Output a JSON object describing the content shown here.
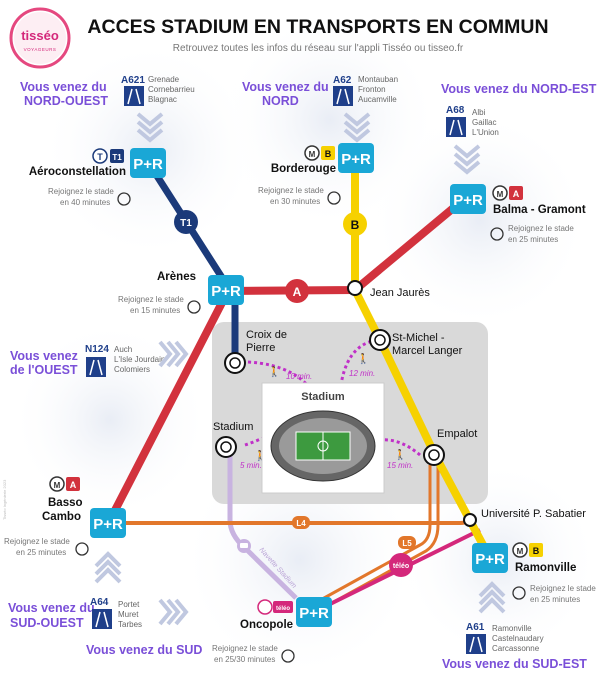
{
  "header": {
    "title": "ACCES STADIUM EN TRANSPORTS EN COMMUN",
    "subtitle": "Retrouvez toutes les infos du réseau sur l'appli Tisséo ou tisseo.fr",
    "logo_text": "tisséo",
    "logo_sub": "VOYAGEURS"
  },
  "colors": {
    "tram_t1": "#1b3a7a",
    "metro_a": "#d2323d",
    "metro_b": "#f6d100",
    "linebus_l4": "#e2772b",
    "linebus_l5": "#e2772b",
    "teleo": "#d4287b",
    "navette": "#c8b3e0",
    "pr": "#1aa7d6",
    "walk": "#c030c8",
    "direction": "#7a4fd8"
  },
  "directions": {
    "nord_ouest": {
      "line1": "Vous venez du",
      "line2": "NORD-OUEST",
      "road": "A621",
      "towns": [
        "Grenade",
        "Cornebarrieu",
        "Blagnac"
      ]
    },
    "nord": {
      "line1": "Vous venez du",
      "line2": "NORD",
      "road": "A62",
      "towns": [
        "Montauban",
        "Fronton",
        "Aucamville"
      ]
    },
    "nord_est": {
      "line1": "Vous venez du NORD-EST",
      "road": "A68",
      "towns": [
        "Albi",
        "Gaillac",
        "L'Union"
      ]
    },
    "ouest": {
      "line1": "Vous venez",
      "line2": "de l'OUEST",
      "road": "N124",
      "towns": [
        "Auch",
        "L'Isle Jourdain",
        "Colomiers"
      ]
    },
    "sud_ouest": {
      "line1": "Vous venez du",
      "line2": "SUD-OUEST",
      "road": "A64",
      "towns": [
        "Portet",
        "Muret",
        "Tarbes"
      ]
    },
    "sud": {
      "line1": "Vous venez du SUD"
    },
    "sud_est": {
      "line1": "Vous venez du SUD-EST",
      "road": "A61",
      "towns": [
        "Ramonville",
        "Castelnaudary",
        "Carcassonne"
      ]
    }
  },
  "parkings": {
    "aeroconstellation": {
      "name": "Aéroconstellation",
      "hint1": "Rejoignez le stade",
      "hint2": "en 40 minutes",
      "lines": [
        "T",
        "T1"
      ]
    },
    "borderouge": {
      "name": "Borderouge",
      "hint1": "Rejoignez le stade",
      "hint2": "en 30 minutes",
      "lines": [
        "M",
        "B"
      ]
    },
    "balma": {
      "name": "Balma - Gramont",
      "hint1": "Rejoignez le stade",
      "hint2": "en 25 minutes",
      "lines": [
        "M",
        "A"
      ]
    },
    "arenes": {
      "name": "Arènes",
      "hint1": "Rejoignez le stade",
      "hint2": "en 15 minutes"
    },
    "basso": {
      "name1": "Basso",
      "name2": "Cambo",
      "hint1": "Rejoignez le stade",
      "hint2": "en 25 minutes",
      "lines": [
        "M",
        "A"
      ]
    },
    "oncopole": {
      "name": "Oncopole",
      "hint1": "Rejoignez le stade",
      "hint2": "en 25/30 minutes",
      "badge": "téléo"
    },
    "ramonville": {
      "name": "Ramonville",
      "hint1": "Rejoignez le stade",
      "hint2": "en 25 minutes",
      "lines": [
        "M",
        "B"
      ]
    }
  },
  "pr_label": "P+R",
  "stations": {
    "jean_jaures": "Jean Jaurès",
    "croix_pierre": [
      "Croix de",
      "Pierre"
    ],
    "st_michel": [
      "St-Michel -",
      "Marcel Langer"
    ],
    "stadium": "Stadium",
    "empalot": "Empalot",
    "univ": "Université P. Sabatier"
  },
  "stadium_label": "Stadium",
  "walk_times": {
    "croix": "10 min.",
    "st_michel": "12 min.",
    "stadium": "5 min.",
    "empalot": "15 min."
  },
  "line_labels": {
    "t1": "T1",
    "a": "A",
    "b": "B",
    "l4": "L4",
    "l5": "L5",
    "teleo": "téléo",
    "navette": "Navette Stadium"
  },
  "footer_credit": "Tisséo Ingénierie 2023"
}
